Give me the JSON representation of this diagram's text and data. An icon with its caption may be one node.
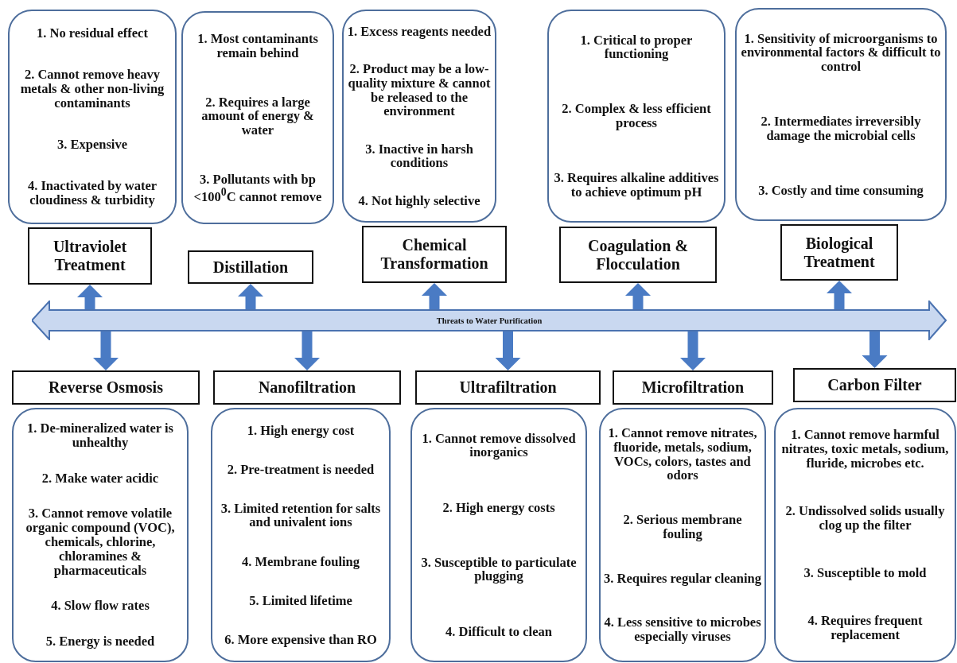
{
  "diagram": {
    "nodes": [
      {
        "text": [
          "1. No residual effect",
          "2. Cannot remove heavy metals & other non-living contaminants",
          "3. Expensive",
          "4. Inactivated by water cloudiness & turbidity"
        ]
      },
      {
        "text": [
          "1. Most contaminants remain behind",
          "2. Requires a large amount of energy & water",
          "3. Pollutants with bp <100$^{0}$C cannot remove"
        ]
      },
      {
        "text": [
          "1. Excess reagents needed",
          "2. Product may be a low-quality mixture & cannot be released to the environment",
          "3. Inactive in harsh conditions",
          "4. Not highly selective"
        ]
      },
      {
        "text": [
          "1. Critical to proper functioning",
          "2. Complex & less efficient process",
          "3. Requires alkaline additives to achieve optimum pH"
        ]
      },
      {
        "text": [
          "1. Sensitivity of microorganisms to environmental factors & difficult to control",
          "2. Intermediates irreversibly damage the microbial cells",
          "3. Costly and time consuming"
        ]
      },
      {
        "text": [
          "Ultraviolet Treatment"
        ]
      },
      {
        "text": [
          "Distillation"
        ]
      },
      {
        "text": [
          "Chemical Transformation"
        ]
      },
      {
        "text": [
          "Coagulation & Flocculation"
        ]
      },
      {
        "text": [
          "Biological Treatment"
        ]
      },
      {
        "text": [
          "Threats to Water Purification"
        ]
      },
      {
        "text": [
          "Reverse Osmosis"
        ]
      },
      {
        "text": [
          "Nanofiltration"
        ]
      },
      {
        "text": [
          "Ultrafiltration"
        ]
      },
      {
        "text": [
          "Microfiltration"
        ]
      },
      {
        "text": [
          "Carbon Filter"
        ]
      },
      {
        "text": [
          "1. De-mineralized water is unhealthy",
          "2. Make water acidic",
          "3. Cannot remove volatile organic compound (VOC), chemicals, chlorine, chloramines & pharmaceuticals",
          "4. Slow flow rates",
          "5. Energy is needed"
        ]
      },
      {
        "text": [
          "1. High energy cost",
          "2. Pre-treatment is needed",
          "3. Limited retention for salts and univalent ions",
          "4. Membrane fouling",
          "5. Limited lifetime",
          "6. More expensive than RO"
        ]
      },
      {
        "text": [
          "1. Cannot remove dissolved inorganics",
          "2. High energy costs",
          "3. Susceptible to particulate plugging",
          "4. Difficult to clean"
        ]
      },
      {
        "text": [
          "1. Cannot remove nitrates, fluoride, metals, sodium, VOCs, colors, tastes and odors",
          "2. Serious membrane fouling",
          "3. Requires regular cleaning",
          "4. Less sensitive to microbes especially viruses"
        ]
      },
      {
        "text": [
          "1. Cannot remove harmful nitrates, toxic metals, sodium, fluride, microbes etc.",
          "2. Undissolved solids usually clog up the filter",
          "3. Susceptible to mold",
          "4. Requires frequent replacement"
        ]
      }
    ],
    "edges": [
      {
        "from": 10,
        "to": 5,
        "arrow": "to"
      },
      {
        "from": 10,
        "to": 6,
        "arrow": "to"
      },
      {
        "from": 10,
        "to": 7,
        "arrow": "to"
      },
      {
        "from": 10,
        "to": 8,
        "arrow": "to"
      },
      {
        "from": 10,
        "to": 9,
        "arrow": "to"
      },
      {
        "from": 10,
        "to": 11,
        "arrow": "to"
      },
      {
        "from": 10,
        "to": 12,
        "arrow": "to"
      },
      {
        "from": 10,
        "to": 13,
        "arrow": "to"
      },
      {
        "from": 10,
        "to": 14,
        "arrow": "to"
      },
      {
        "from": 10,
        "to": 15,
        "arrow": "to"
      }
    ]
  }
}
